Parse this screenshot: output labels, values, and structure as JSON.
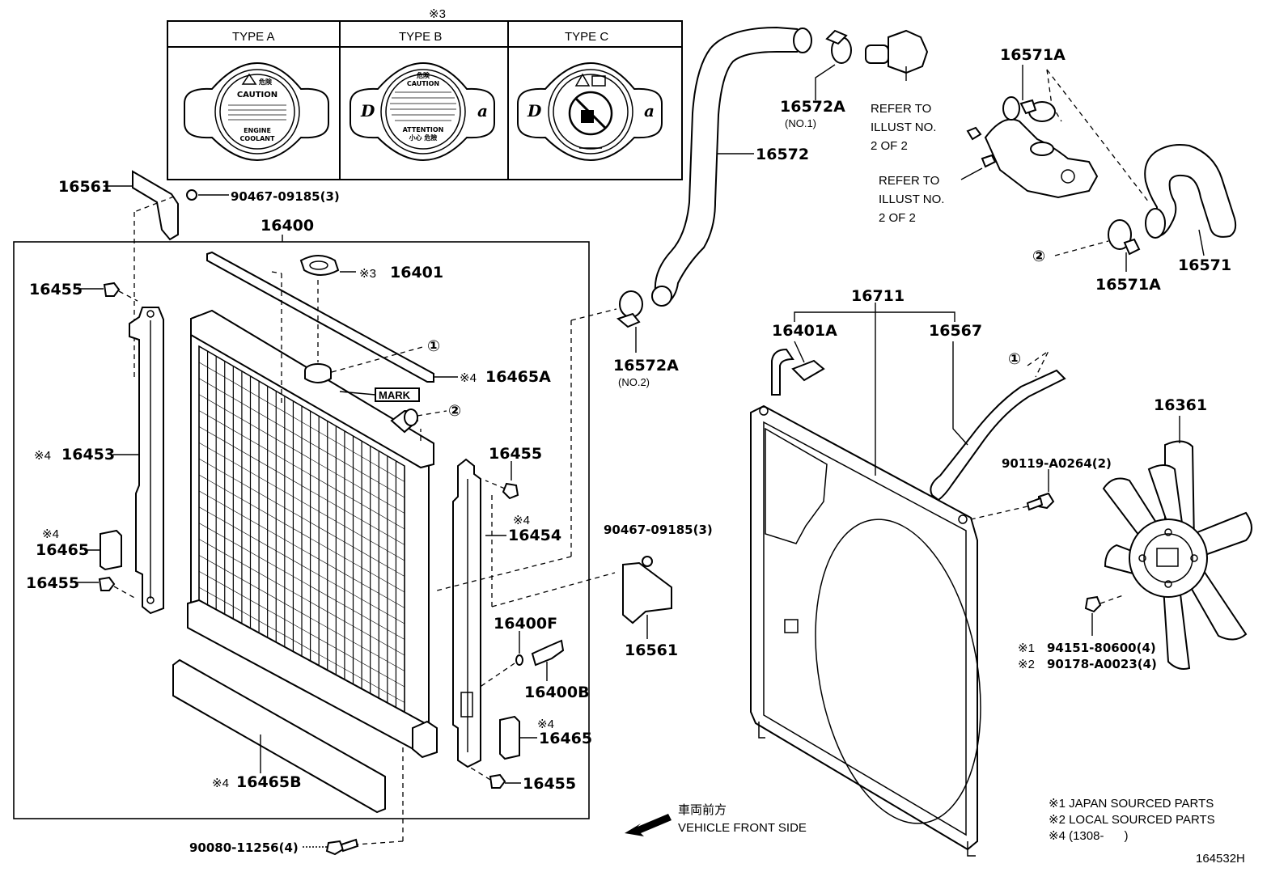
{
  "cap_table": {
    "top_mark": "※3",
    "types": [
      "TYPE A",
      "TYPE B",
      "TYPE C"
    ],
    "type_a_text": [
      "危険",
      "CAUTION",
      "ENGINE",
      "COOLANT"
    ],
    "type_b_text": [
      "危険",
      "CAUTION",
      "ATTENTION",
      "小心 危險"
    ]
  },
  "labels": {
    "p16561_top": "16561",
    "p90467_top": "90467-09185(3)",
    "p16400": "16400",
    "p16455_a": "16455",
    "p16401": "16401",
    "p16401_mark": "※3",
    "circle1": "①",
    "p16465A": "16465A",
    "p16465A_mark": "※4",
    "mark_text": "MARK",
    "circle2": "②",
    "p16453": "16453",
    "p16453_mark": "※4",
    "p16465_left_mark": "※4",
    "p16465_left": "16465",
    "p16455_b": "16455",
    "p16455_c": "16455",
    "p16454_mark": "※4",
    "p16454": "16454",
    "p16400F": "16400F",
    "p16400B": "16400B",
    "p16465_right_mark": "※4",
    "p16465_right": "16465",
    "p16455_d": "16455",
    "p16465B_mark": "※4",
    "p16465B": "16465B",
    "p90080": "90080-11256(4)",
    "p16572": "16572",
    "p16572A_1": "16572A",
    "p16572A_1_sub": "(NO.1)",
    "p16572A_2": "16572A",
    "p16572A_2_sub": "(NO.2)",
    "refer1_l1": "REFER TO",
    "refer1_l2": "ILLUST NO.",
    "refer1_l3": "2 OF 2",
    "refer2_l1": "REFER TO",
    "refer2_l2": "ILLUST NO.",
    "refer2_l3": "2 OF 2",
    "p16571A_top": "16571A",
    "p16571A_bot": "16571A",
    "p16571": "16571",
    "circle2_right": "②",
    "p90467_mid": "90467-09185(3)",
    "p16561_mid": "16561",
    "p16711": "16711",
    "p16401A": "16401A",
    "p16567": "16567",
    "circle1_right": "①",
    "p16361": "16361",
    "p90119": "90119-A0264(2)",
    "p94151_mark": "※1",
    "p94151": "94151-80600(4)",
    "p90178_mark": "※2",
    "p90178": "90178-A0023(4)",
    "front_jp": "車両前方",
    "front_en": "VEHICLE FRONT SIDE",
    "legend1": "※1 JAPAN SOURCED PARTS",
    "legend2": "※2 LOCAL SOURCED PARTS",
    "legend4": "※4 (1308-      )",
    "diagram_id": "164532H"
  }
}
